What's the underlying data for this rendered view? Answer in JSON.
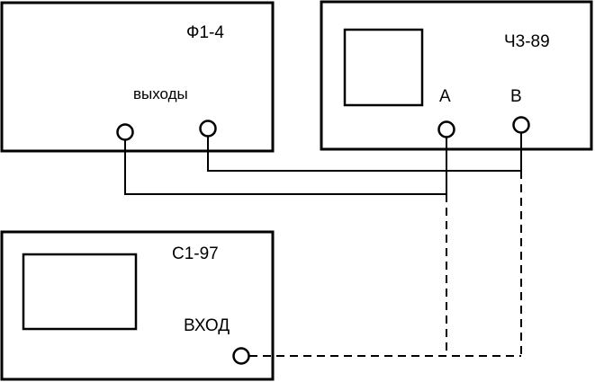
{
  "generator": {
    "model_label": "Ф1-4",
    "outputs_label": "выходы"
  },
  "counter": {
    "model_label": "Ч3-89",
    "input_a_label": "A",
    "input_b_label": "B"
  },
  "oscilloscope": {
    "model_label": "С1-97",
    "input_label": "ВХОД"
  },
  "colors": {
    "stroke": "#000000",
    "background": "#ffffff"
  }
}
